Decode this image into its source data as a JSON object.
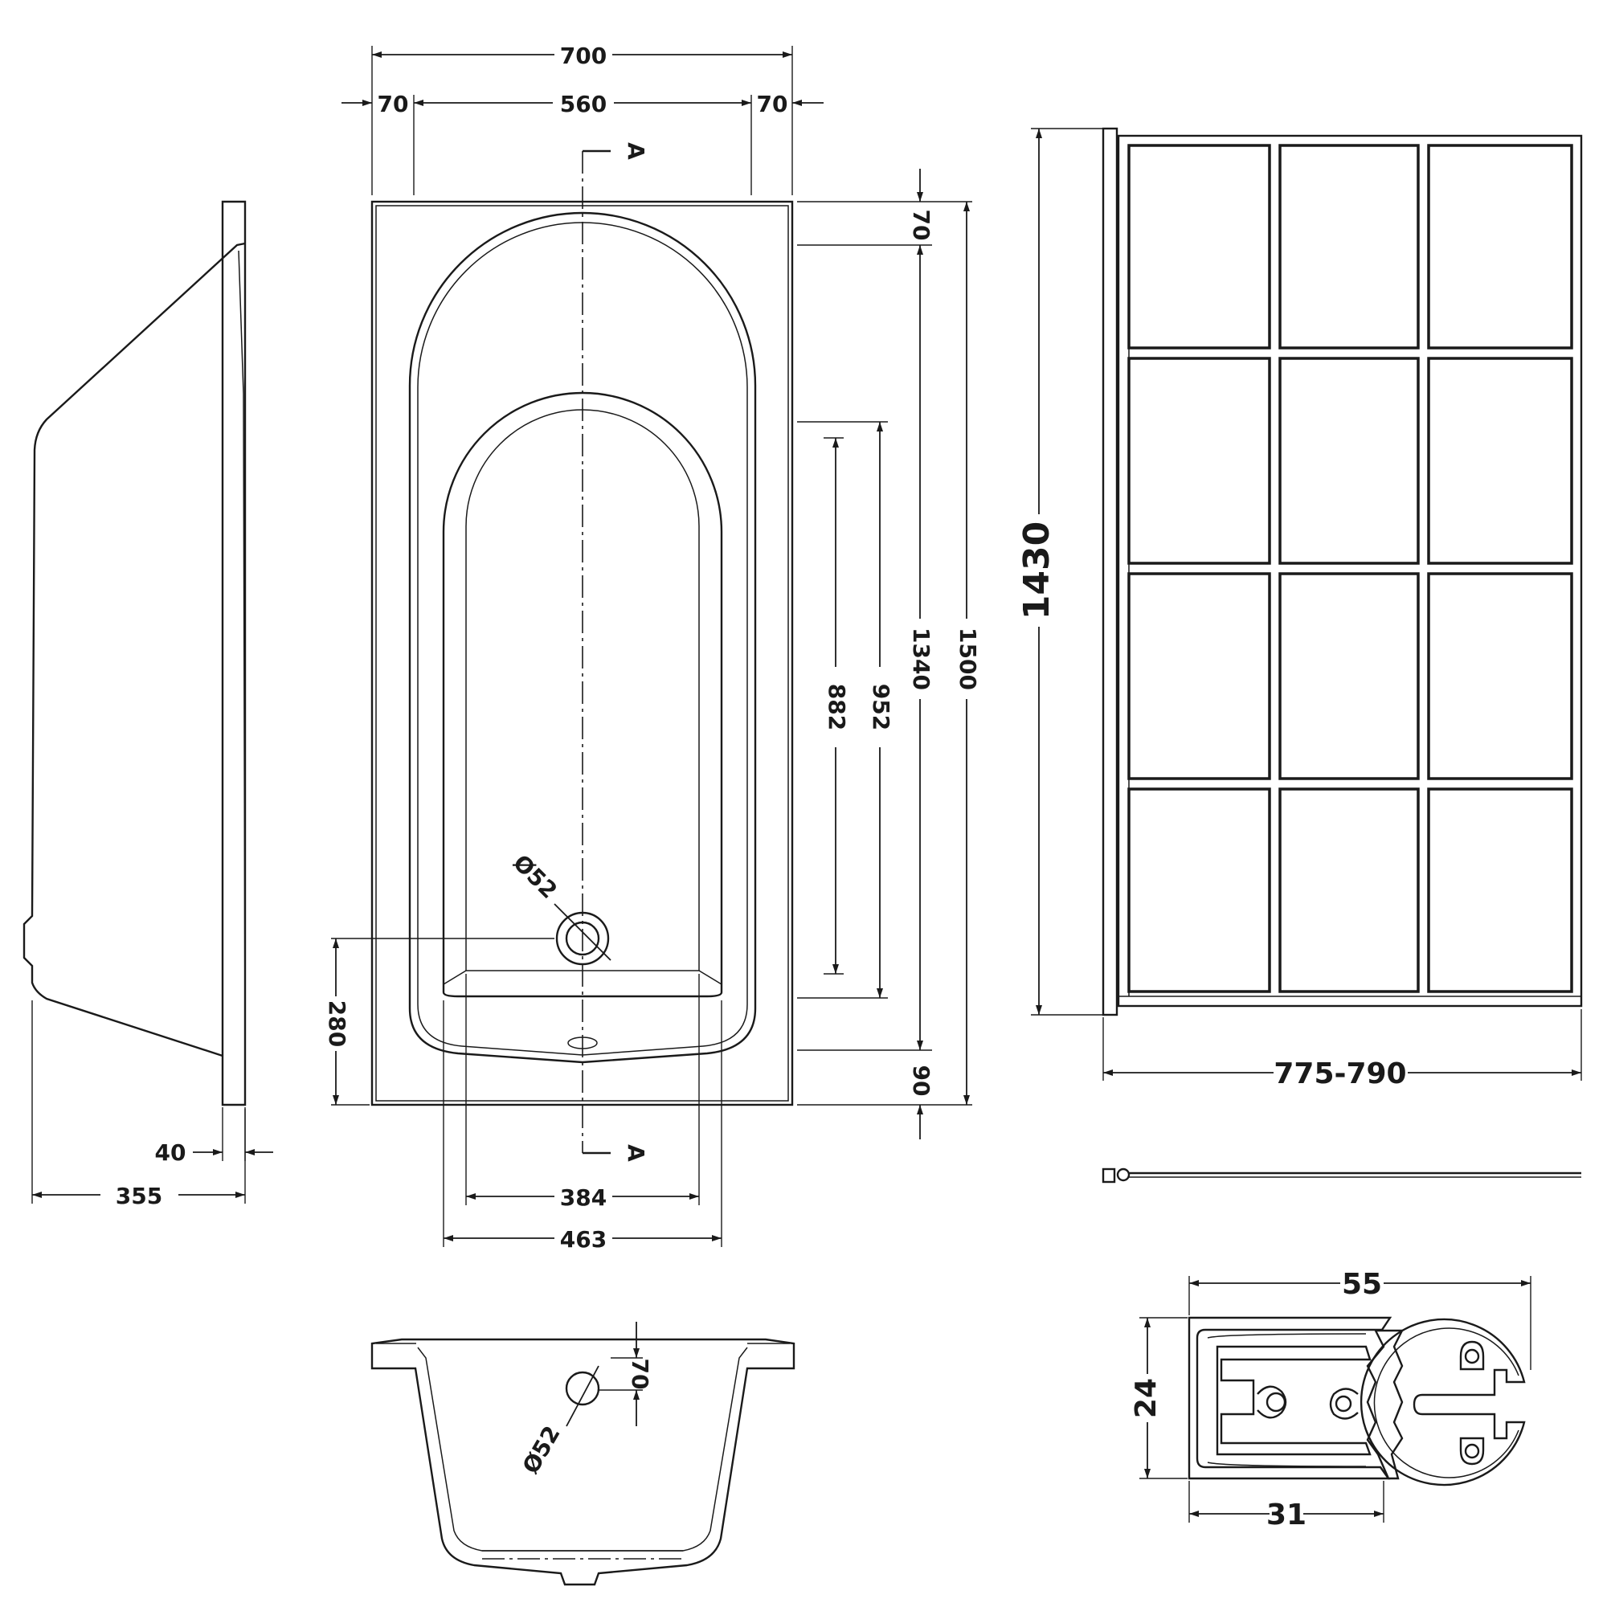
{
  "colors": {
    "ink": "#1a1a1a",
    "paper": "#ffffff"
  },
  "plan": {
    "width_total": "700",
    "rim_left": "70",
    "inner_width": "560",
    "rim_right": "70",
    "section_top": "A",
    "section_bottom": "A",
    "rim_head": "70",
    "inner_length": "1340",
    "overall_length": "1500",
    "base_length_outer": "952",
    "base_length_inner": "882",
    "rim_foot": "90",
    "waste_offset": "280",
    "waste_diameter": "Ø52",
    "base_width_inner": "384",
    "base_width_outer": "463"
  },
  "side": {
    "rim_thickness": "40",
    "depth": "355"
  },
  "section": {
    "waste_height": "70",
    "waste_diameter": "Ø52"
  },
  "screen": {
    "height": "1430",
    "width_range": "775-790"
  },
  "profile": {
    "width": "55",
    "height": "24",
    "channel_width": "31"
  }
}
